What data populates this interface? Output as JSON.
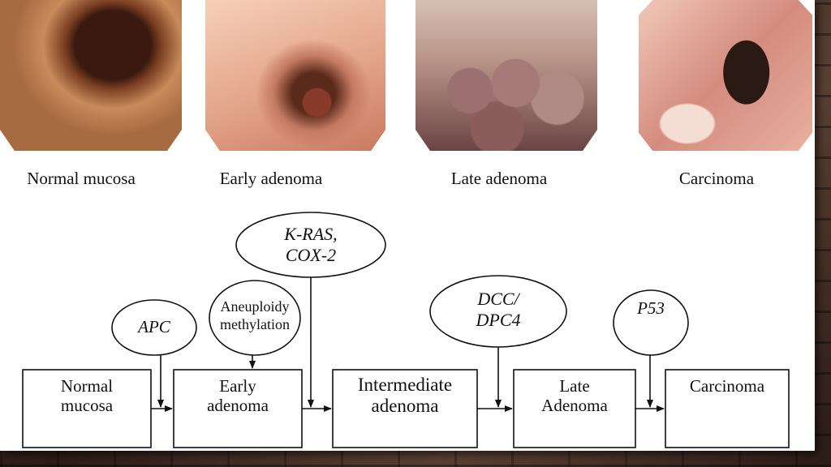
{
  "photos": [
    {
      "label": "Normal mucosa",
      "tone": [
        "#c98b5a",
        "#8a4a2a",
        "#3a1a0e"
      ]
    },
    {
      "label": "Early adenoma",
      "tone": [
        "#f0c2a6",
        "#d78e74",
        "#5a2a1a"
      ]
    },
    {
      "label": "Late adenoma",
      "tone": [
        "#c5a39a",
        "#8a6262",
        "#3a2424"
      ]
    },
    {
      "label": "Carcinoma",
      "tone": [
        "#e8b4a4",
        "#c97a6e",
        "#2a1a14"
      ]
    }
  ],
  "stages": [
    {
      "lines": [
        "Normal",
        "mucosa"
      ]
    },
    {
      "lines": [
        "Early",
        "adenoma"
      ]
    },
    {
      "lines": [
        "Intermediate",
        "adenoma"
      ]
    },
    {
      "lines": [
        "Late",
        "Adenoma"
      ]
    },
    {
      "lines": [
        "Carcinoma"
      ]
    }
  ],
  "factors": [
    {
      "lines": [
        "APC"
      ]
    },
    {
      "lines": [
        "Aneuploidy",
        "methylation"
      ]
    },
    {
      "lines": [
        "K-RAS,",
        "COX-2"
      ]
    },
    {
      "lines": [
        "DCC/",
        "DPC4"
      ]
    },
    {
      "lines": [
        "P53"
      ]
    }
  ]
}
